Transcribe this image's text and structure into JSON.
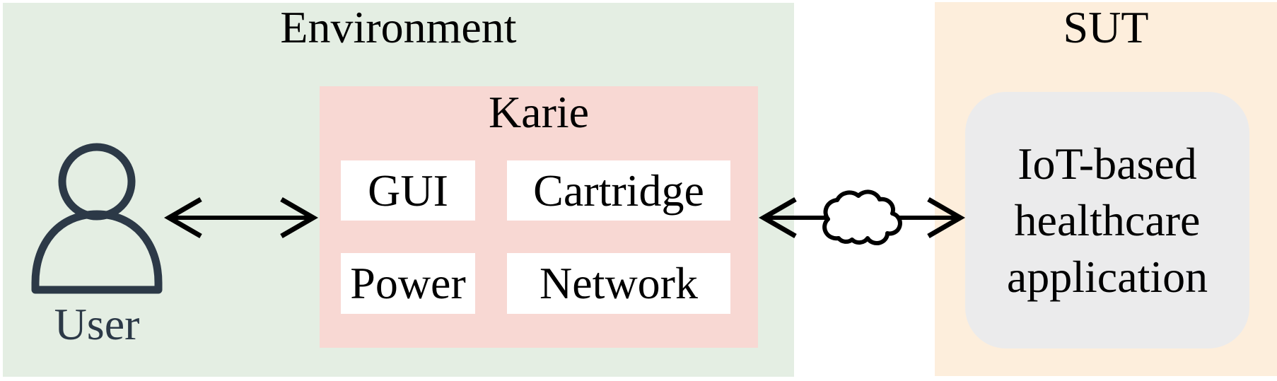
{
  "diagram": {
    "type": "system-under-test-overview"
  },
  "colors": {
    "environment_bg": "#e4eee3",
    "karie_bg": "#f8d8d3",
    "sut_bg": "#fdeedc",
    "component_bg": "#ffffff",
    "application_bg": "#ebebec",
    "user_color": "#2c3947",
    "text_color": "#000000",
    "arrow_color": "#000000"
  },
  "icons": {
    "user_icon": "person-outline",
    "cloud_icon": "cloud-outline",
    "user_karie_arrow": "double-headed-arrow",
    "karie_sut_arrow": "double-headed-arrow-through-cloud"
  },
  "environment": {
    "title": "Environment",
    "user_label": "User",
    "karie": {
      "title": "Karie",
      "components": [
        {
          "label": "GUI"
        },
        {
          "label": "Cartridge"
        },
        {
          "label": "Power"
        },
        {
          "label": "Network"
        }
      ]
    }
  },
  "sut": {
    "title": "SUT",
    "application_text": "IoT-based healthcare application",
    "application_lines": [
      "IoT-based",
      "healthcare",
      "application"
    ]
  }
}
